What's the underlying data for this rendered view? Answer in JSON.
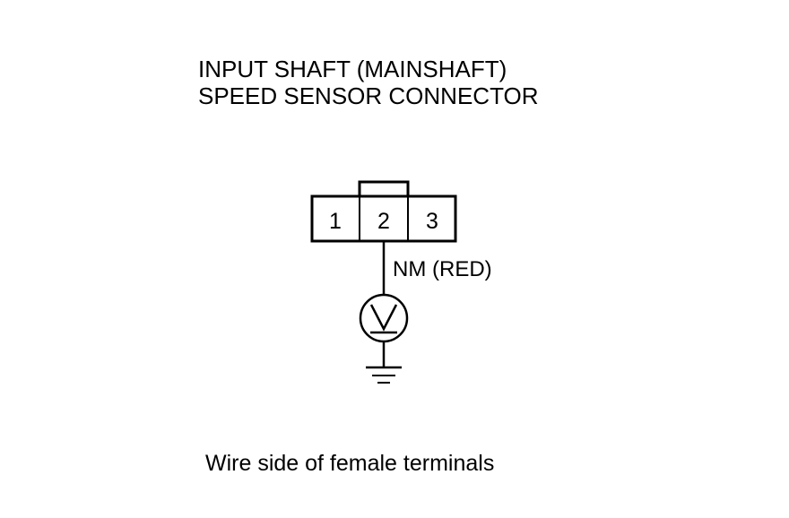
{
  "title": {
    "line1": "INPUT SHAFT (MAINSHAFT)",
    "line2": "SPEED SENSOR CONNECTOR"
  },
  "connector": {
    "pins": [
      "1",
      "2",
      "3"
    ]
  },
  "wire": {
    "label": "NM (RED)"
  },
  "meter": {
    "icon": "voltmeter-icon"
  },
  "ground": {
    "icon": "ground-icon"
  },
  "caption": "Wire side of female terminals"
}
